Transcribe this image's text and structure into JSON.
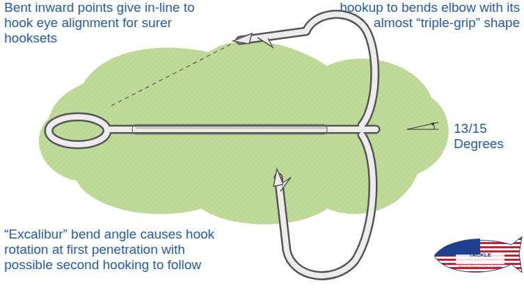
{
  "diagram": {
    "labels": [
      "Bent inward points give in-line to hook eye alignment for surer hooksets",
      "hookup to bends elbow with its almost “triple-grip” shape",
      "13/15 Degrees",
      "“Excalibur” bend angle causes hook rotation at first penetration with possible second hooking to follow",
      "TACKLE",
      "Making Fishing Great Again"
    ]
  }
}
